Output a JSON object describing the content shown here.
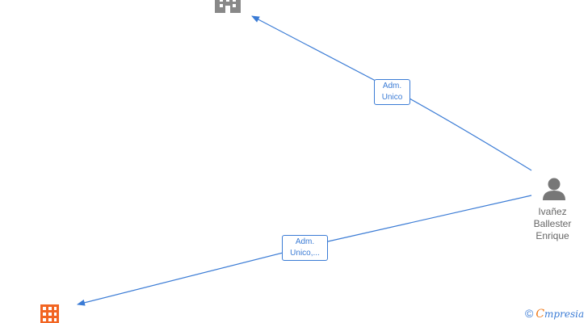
{
  "person": {
    "name_lines": [
      "Ivañez",
      "Ballester",
      "Enrique"
    ],
    "icon": "person-icon",
    "color": "#777777"
  },
  "companies": [
    {
      "icon": "building-icon",
      "color": "#888888"
    },
    {
      "icon": "building-icon",
      "color": "#f26522"
    }
  ],
  "edges": [
    {
      "label_lines": [
        "Adm.",
        "Unico"
      ],
      "color": "#3a7bd5"
    },
    {
      "label_lines": [
        "Adm.",
        "Unico,..."
      ],
      "color": "#3a7bd5"
    }
  ],
  "watermark": {
    "symbol": "©",
    "brand_initial": "C",
    "brand_rest": "mpresia"
  }
}
